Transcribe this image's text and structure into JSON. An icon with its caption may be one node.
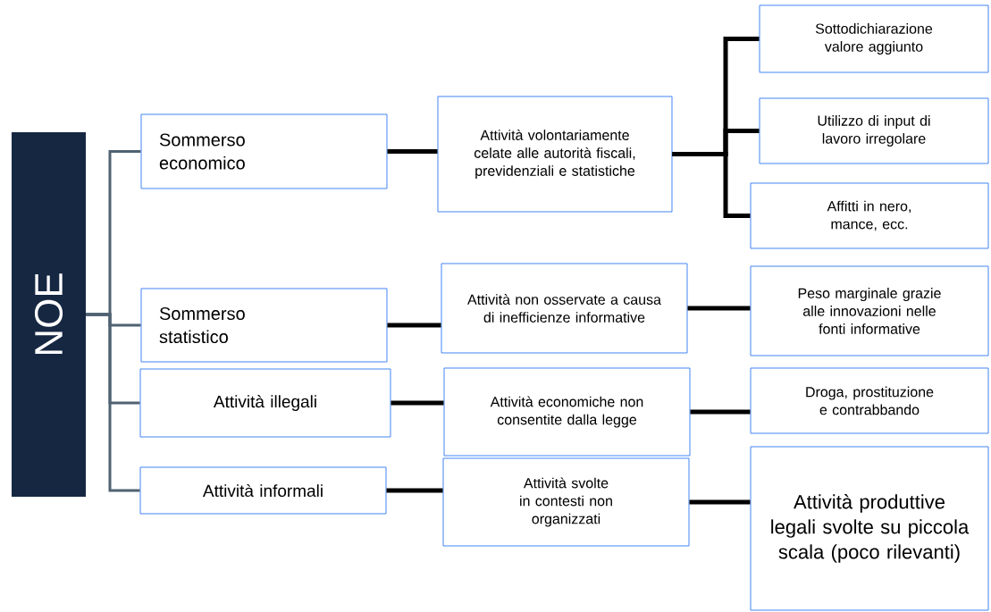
{
  "diagram": {
    "nodes": [
      {
        "text": [
          "NOE"
        ]
      },
      {
        "text": [
          "Sommerso economico"
        ]
      },
      {
        "text": [
          "Sommerso statistico"
        ]
      },
      {
        "text": [
          "Attività illegali"
        ]
      },
      {
        "text": [
          "Attività informali"
        ]
      },
      {
        "text": [
          "Attività volontariamente celate alle autorità fiscali, previdenziali e statistiche"
        ]
      },
      {
        "text": [
          "Attività non osservate a causa di inefficienze informative"
        ]
      },
      {
        "text": [
          "Attività economiche non consentite dalla legge"
        ]
      },
      {
        "text": [
          "Attività svolte in contesti non organizzati"
        ]
      },
      {
        "text": [
          "Sottodichiarazione valore aggiunto"
        ]
      },
      {
        "text": [
          "Utilizzo di input di lavoro irregolare"
        ]
      },
      {
        "text": [
          "Affitti in nero, mance, ecc."
        ]
      },
      {
        "text": [
          "Peso marginale grazie alle innovazioni nelle fonti informative"
        ]
      },
      {
        "text": [
          "Droga, prostituzione e contrabbando"
        ]
      },
      {
        "text": [
          "Attività produttive legali svolte su piccola scala (poco rilevanti)"
        ]
      }
    ],
    "edges": [
      {
        "from": 0,
        "to": 1,
        "arrow": "none",
        "color": "#4f6273"
      },
      {
        "from": 0,
        "to": 2,
        "arrow": "none",
        "color": "#4f6273"
      },
      {
        "from": 0,
        "to": 3,
        "arrow": "none",
        "color": "#4f6273"
      },
      {
        "from": 0,
        "to": 4,
        "arrow": "none",
        "color": "#4f6273"
      },
      {
        "from": 1,
        "to": 5,
        "arrow": "none"
      },
      {
        "from": 2,
        "to": 6,
        "arrow": "none"
      },
      {
        "from": 3,
        "to": 7,
        "arrow": "none"
      },
      {
        "from": 4,
        "to": 8,
        "arrow": "none"
      },
      {
        "from": 5,
        "to": 9,
        "arrow": "none"
      },
      {
        "from": 5,
        "to": 10,
        "arrow": "none"
      },
      {
        "from": 5,
        "to": 11,
        "arrow": "none"
      },
      {
        "from": 6,
        "to": 12,
        "arrow": "none"
      },
      {
        "from": 7,
        "to": 13,
        "arrow": "none"
      },
      {
        "from": 8,
        "to": 14,
        "arrow": "none"
      }
    ]
  }
}
